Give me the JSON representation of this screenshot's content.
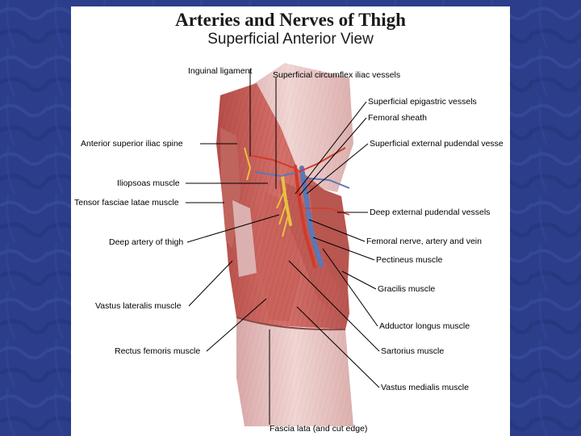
{
  "title": "Arteries and Nerves of Thigh",
  "subtitle": "Superficial Anterior View",
  "labels": {
    "inguinal_ligament": "Inguinal ligament",
    "superficial_circumflex_iliac": "Superficial circumflex iliac vessels",
    "superficial_epigastric": "Superficial epigastric vessels",
    "femoral_sheath": "Femoral sheath",
    "anterior_superior_iliac_spine": "Anterior superior iliac spine",
    "superficial_external_pudendal": "Superficial external pudendal vesse",
    "iliopsoas": "Iliopsoas muscle",
    "tensor_fasciae_latae": "Tensor fasciae latae muscle",
    "deep_external_pudendal": "Deep external pudendal vessels",
    "deep_artery_thigh": "Deep artery of thigh",
    "femoral_nerve_artery_vein": "Femoral nerve, artery and vein",
    "pectineus": "Pectineus muscle",
    "gracilis": "Gracilis muscle",
    "vastus_lateralis": "Vastus lateralis muscle",
    "adductor_longus": "Adductor longus muscle",
    "rectus_femoris": "Rectus femoris muscle",
    "sartorius": "Sartorius muscle",
    "vastus_medialis": "Vastus medialis muscle",
    "fascia_lata": "Fascia lata (and cut edge)"
  },
  "colors": {
    "background": "#2d3f8e",
    "muscle": "#c8605a",
    "muscle_dark": "#a8423e",
    "fascia": "#e8cccc",
    "artery": "#d23a2a",
    "vein": "#5a78b8",
    "nerve": "#e8c040"
  }
}
